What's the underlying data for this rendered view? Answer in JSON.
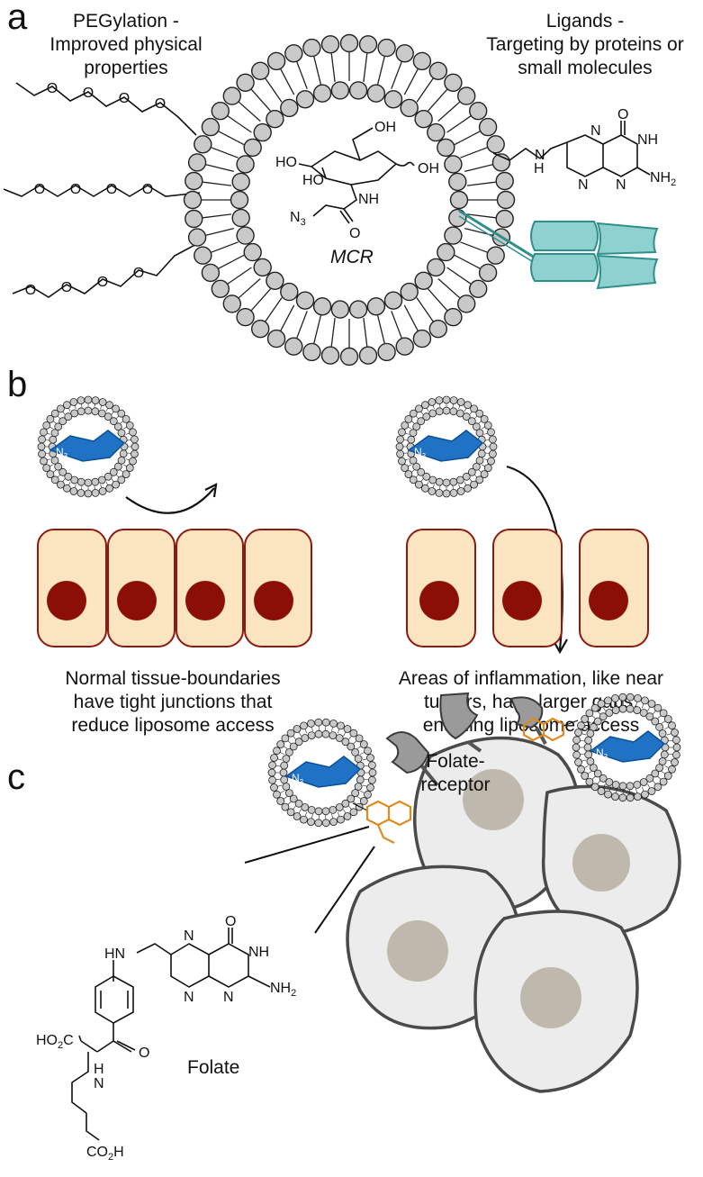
{
  "panel_a": {
    "letter": "a",
    "peg_caption": [
      "PEGylation -",
      "Improved physical",
      "properties"
    ],
    "ligand_caption": [
      "Ligands -",
      "Targeting by proteins or",
      "small molecules"
    ],
    "sugar_labels": {
      "oh_top": "OH",
      "ho_left": "HO",
      "ho_mid": "HO",
      "oh_right": "OH",
      "nh": "NH",
      "n3": "N",
      "n3_sub": "3",
      "o_carbonyl": "O"
    },
    "mcr_label": "MCR",
    "pterin_labels": {
      "o": "O",
      "nh_ring": "NH",
      "n_top": "N",
      "n_bottom_left": "N",
      "n_bottom_right": "N",
      "h_amine": "H",
      "n_amine": "N",
      "nh2": "NH",
      "nh2_sub": "2"
    }
  },
  "panel_b": {
    "letter": "b",
    "left_caption": [
      "Normal tissue-boundaries",
      "have tight junctions that",
      "reduce liposome access"
    ],
    "right_caption": [
      "Areas of inflammation, like near",
      "tumors, have larger gaps,",
      "enabling liposome access"
    ],
    "azide_label": "N",
    "azide_sub": "3"
  },
  "panel_c": {
    "letter": "c",
    "receptor_label": [
      "Folate-",
      "receptor"
    ],
    "folate_label": "Folate",
    "folate_atoms": {
      "o": "O",
      "n_top": "N",
      "nh_ring": "NH",
      "hn": "HN",
      "n_bottom_left": "N",
      "n_bottom_right": "N",
      "nh2": "NH",
      "nh2_sub": "2",
      "ho2c": "HO",
      "ho2c_sub": "2",
      "ho2c_c": "C",
      "o_amide": "O",
      "h_amide": "H",
      "n_amide": "N",
      "co2h_c": "CO",
      "co2h_sub": "2",
      "co2h_h": "H"
    },
    "azide_label": "N",
    "azide_sub": "3"
  },
  "colors": {
    "cell_fill": "#fbe5c0",
    "cell_border": "#8b1a10",
    "nucleus": "#8b0f07",
    "sugar_blue": "#1f72c4",
    "antibody": "#8ed1cf",
    "antibody_edge": "#2f8f8b",
    "folate_orange": "#e08a1e",
    "tumor_cell": "#ececec",
    "tumor_nucleus": "#bfb9ad",
    "lipid_head": "#c9c9c9"
  }
}
